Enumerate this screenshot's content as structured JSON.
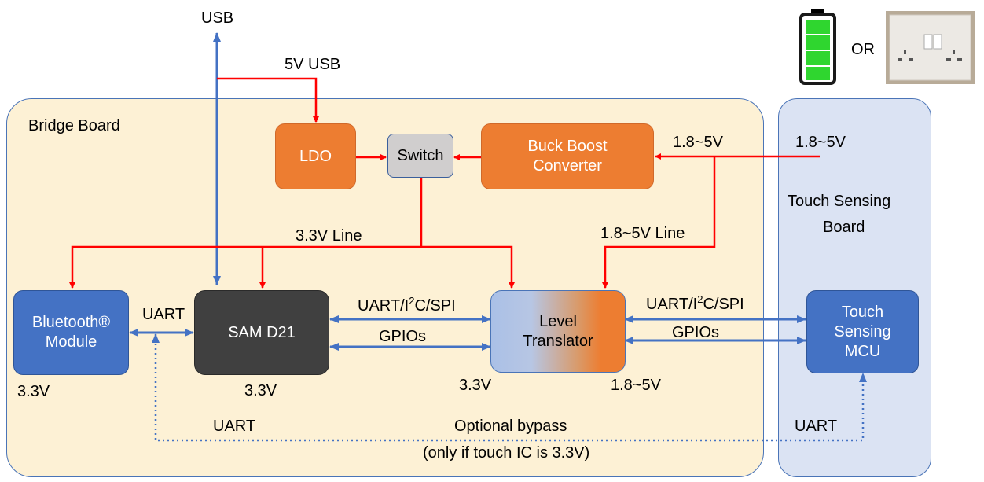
{
  "regions": {
    "bridge_board": "Bridge Board",
    "touch_board_line1": "Touch Sensing",
    "touch_board_line2": "Board"
  },
  "blocks": {
    "ldo": "LDO",
    "switch": "Switch",
    "buck_boost_line1": "Buck Boost",
    "buck_boost_line2": "Converter",
    "bluetooth_line1": "Bluetooth®",
    "bluetooth_line2": "Module",
    "sam_d21": "SAM D21",
    "level_translator_line1": "Level",
    "level_translator_line2": "Translator",
    "touch_mcu_line1": "Touch",
    "touch_mcu_line2": "Sensing",
    "touch_mcu_line3": "MCU"
  },
  "labels": {
    "usb": "USB",
    "usb_5v": "5V USB",
    "or": "OR",
    "input_voltage_touch": "1.8~5V",
    "input_voltage_bridge": "1.8~5V",
    "line_3v3": "3.3V Line",
    "line_1v8_5v": "1.8~5V Line",
    "uart_bt": "UART",
    "bus_left_prefix": "UART/I",
    "bus_left_sup": "2",
    "bus_left_suffix": "C/SPI",
    "gpios_left": "GPIOs",
    "bus_right_prefix": "UART/I",
    "bus_right_sup": "2",
    "bus_right_suffix": "C/SPI",
    "gpios_right": "GPIOs",
    "v_bt": "3.3V",
    "v_sam": "3.3V",
    "v_lt_left": "3.3V",
    "v_lt_right": "1.8~5V",
    "uart_bypass_left": "UART",
    "uart_bypass_right": "UART",
    "bypass_line1": "Optional bypass",
    "bypass_line2": "(only if touch IC is 3.3V)"
  },
  "colors": {
    "power_wire": "#ff0000",
    "signal_wire": "#4472c4",
    "battery_fill": "#2fd62f"
  }
}
